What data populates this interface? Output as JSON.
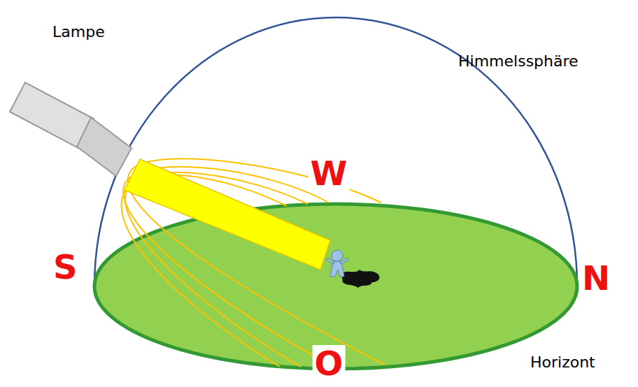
{
  "diagram": {
    "labels": [
      "Lampe",
      "Himmelssphäre",
      "Horizont",
      "W",
      "S",
      "N",
      "O"
    ]
  }
}
